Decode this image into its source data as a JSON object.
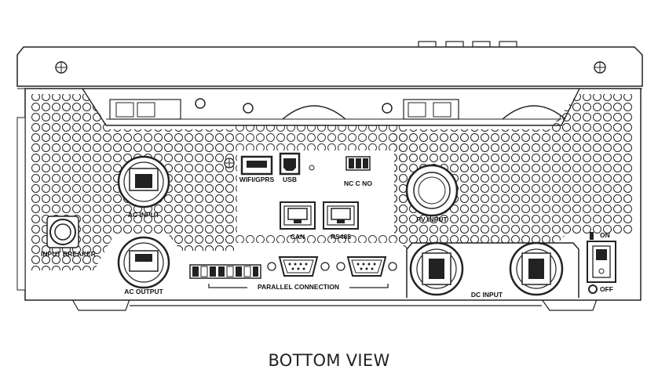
{
  "caption": "BOTTOM VIEW",
  "labels": {
    "input_breaker": "INPUT BREAKER",
    "ac_input": "AC INPUT",
    "ac_output": "AC OUTPUT",
    "wifi_gprs": "WIFI/GPRS",
    "usb": "USB",
    "nc_c_no": "NC  C  NO",
    "can": "CAN",
    "rs485": "RS485",
    "pv_input": "PV INPUT",
    "parallel_connection": "PARALLEL CONNECTION",
    "dc_input": "DC INPUT",
    "switch_on": "ON",
    "switch_off": "OFF"
  }
}
